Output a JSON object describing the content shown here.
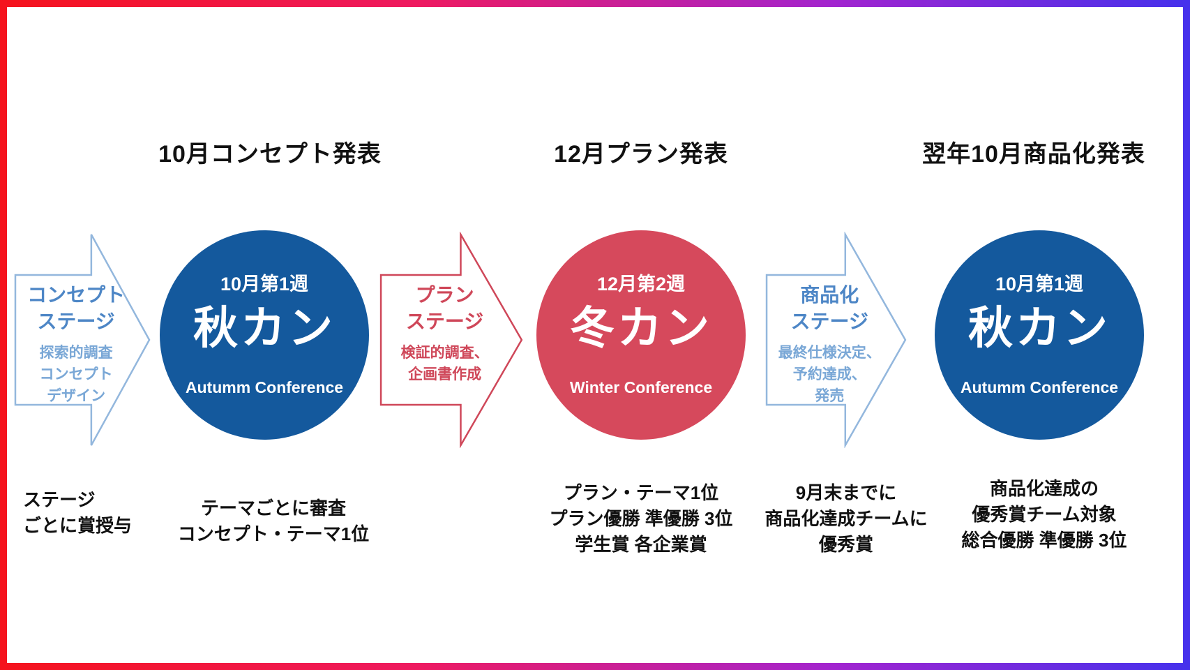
{
  "frame": {
    "gradient_colors": [
      "#f5131c",
      "#ee1a60",
      "#a224cf",
      "#4531ec"
    ],
    "background": "#ffffff"
  },
  "headers": [
    {
      "text": "10月コンセプト発表"
    },
    {
      "text": "12月プラン発表"
    },
    {
      "text": "翌年10月商品化発表"
    }
  ],
  "arrows": [
    {
      "title_lines": [
        "コンセプト",
        "ステージ"
      ],
      "detail_lines": [
        "探索的調査",
        "コンセプト",
        "デザイン"
      ],
      "outline_color": "#93b7dd",
      "title_color": "#4d86c6",
      "detail_color": "#79a7d6"
    },
    {
      "title_lines": [
        "プラン",
        "ステージ"
      ],
      "detail_lines": [
        "検証的調査、",
        "企画書作成"
      ],
      "outline_color": "#cf4759",
      "title_color": "#cf4759",
      "detail_color": "#cf4759"
    },
    {
      "title_lines": [
        "商品化",
        "ステージ"
      ],
      "detail_lines": [
        "最終仕様決定、",
        "予約達成、",
        "発売"
      ],
      "outline_color": "#93b7dd",
      "title_color": "#4d86c6",
      "detail_color": "#79a7d6"
    }
  ],
  "circles": [
    {
      "week": "10月第1週",
      "name": "秋カン",
      "subtitle": "Autumm Conference",
      "color": "#14599d",
      "text_color": "#ffffff"
    },
    {
      "week": "12月第2週",
      "name": "冬カン",
      "subtitle": "Winter Conference",
      "color": "#d6495c",
      "text_color": "#ffffff"
    },
    {
      "week": "10月第1週",
      "name": "秋カン",
      "subtitle": "Autumm Conference",
      "color": "#14599d",
      "text_color": "#ffffff"
    }
  ],
  "footnotes": [
    {
      "lines": [
        "ステージ",
        "ごとに賞授与"
      ]
    },
    {
      "lines": [
        "テーマごとに審査",
        "コンセプト・テーマ1位"
      ]
    },
    {
      "lines": [
        "プラン・テーマ1位",
        "プラン優勝 準優勝 3位",
        "学生賞 各企業賞"
      ]
    },
    {
      "lines": [
        "9月末までに",
        "商品化達成チームに",
        "優秀賞"
      ]
    },
    {
      "lines": [
        "商品化達成の",
        "優秀賞チーム対象",
        "総合優勝 準優勝 3位"
      ]
    }
  ]
}
